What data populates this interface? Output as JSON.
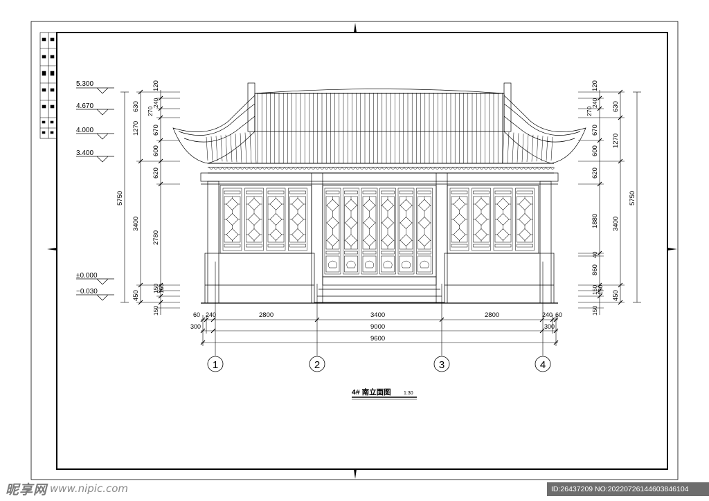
{
  "drawing": {
    "title": "4# 南立面图",
    "scale": "1:30"
  },
  "elevation_levels": [
    "5.300",
    "4.670",
    "4.000",
    "3.400",
    "±0.000",
    "−0.030"
  ],
  "left_dims": {
    "overall": "5750",
    "main_upper": "1270",
    "main_lower": "3400",
    "base": "450",
    "segments_roof": [
      "120",
      "630",
      "240",
      "270",
      "670",
      "600",
      "620"
    ],
    "wall": "2780",
    "base_parts": [
      "150",
      "150",
      "150"
    ]
  },
  "right_dims": {
    "overall": "5750",
    "top": "630",
    "mid1": "1270",
    "mid2": "3400",
    "base": "450",
    "segments": [
      "120",
      "240",
      "270",
      "670",
      "600",
      "620",
      "1880",
      "40",
      "860",
      "150",
      "150",
      "150"
    ]
  },
  "bottom_dims": {
    "row1": [
      "60",
      "240",
      "2800",
      "3400",
      "2800",
      "240",
      "60"
    ],
    "row2_left": "300",
    "row2_total": "9000",
    "row2_right": "300",
    "row3_total": "9600"
  },
  "axes": [
    "1",
    "2",
    "3",
    "4"
  ],
  "watermark": {
    "brand": "昵享网",
    "url": "www.nipic.com",
    "id_text": "ID:26437209 NO:20220726144603846104"
  }
}
